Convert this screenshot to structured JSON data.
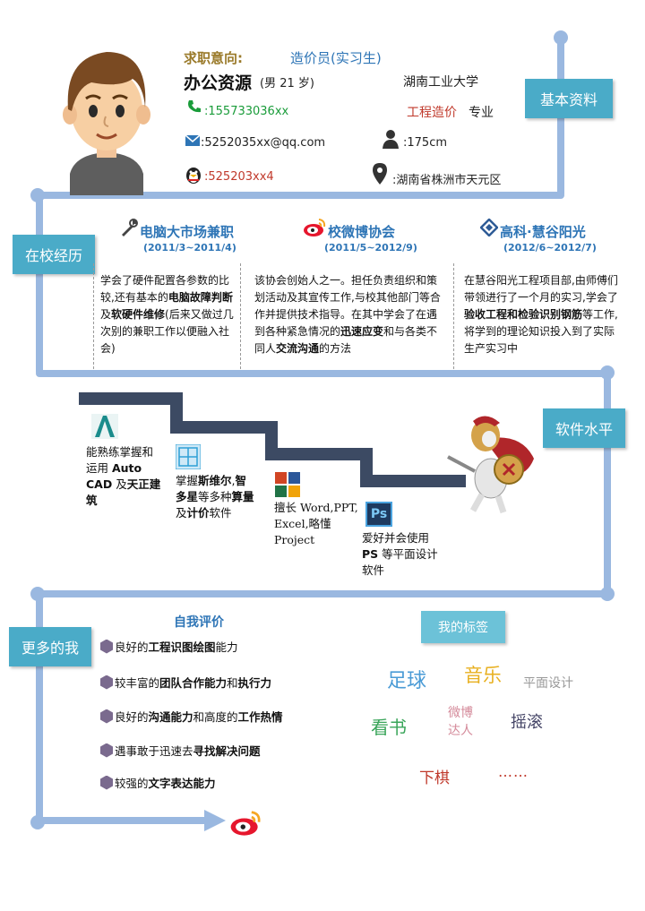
{
  "header": {
    "intent_label": "求职意向:",
    "intent_value": "造价员(实习生)",
    "name": "办公资源",
    "gender_age": "(男 21 岁)",
    "school": "湖南工业大学",
    "phone": ":155733036xx",
    "major_name": "工程造价",
    "major_suffix": "专业",
    "email": ":5252035xx@qq.com",
    "height": ":175cm",
    "qq": ":525203xx4",
    "address": ":湖南省株洲市天元区"
  },
  "sections": {
    "basic": "基本资料",
    "campus": "在校经历",
    "software": "软件水平",
    "more": "更多的我"
  },
  "experience": [
    {
      "title": "电脑大市场兼职",
      "date": "(2011/3~2011/4)",
      "icon": "wrench-icon",
      "text": [
        {
          "t": "学会了硬件配置各参数的比较,还有基本的",
          "b": false
        },
        {
          "t": "电脑故障判断",
          "b": true
        },
        {
          "t": "及",
          "b": false
        },
        {
          "t": "软硬件维修",
          "b": true
        },
        {
          "t": "(后来又做过几次别的兼职工作以便融入社会)",
          "b": false
        }
      ]
    },
    {
      "title": "校微博协会",
      "date": "(2011/5~2012/9)",
      "icon": "weibo-icon",
      "text": [
        {
          "t": "该协会创始人之一。担任负责组织和策划活动及其宣传工作,与校其他部门等合作并提供技术指导。在其中学会了在遇到各种紧急情况的",
          "b": false
        },
        {
          "t": "迅速应变",
          "b": true
        },
        {
          "t": "和与各类不同人",
          "b": false
        },
        {
          "t": "交流沟通",
          "b": true
        },
        {
          "t": "的方法",
          "b": false
        }
      ]
    },
    {
      "title": "高科·慧谷阳光",
      "date": "(2012/6~2012/7)",
      "icon": "company-logo-icon",
      "text": [
        {
          "t": "在慧谷阳光工程项目部,由师傅们带领进行了一个月的实习,学会了",
          "b": false
        },
        {
          "t": "验收工程和检验识别钢筋",
          "b": true
        },
        {
          "t": "等工作,将学到的理论知识投入到了实际生产实习中",
          "b": false
        }
      ]
    }
  ],
  "skills": [
    {
      "icon": "autocad-icon",
      "parts": [
        {
          "t": "能熟练掌握和运用 ",
          "b": false
        },
        {
          "t": "Auto CAD",
          "b": true
        },
        {
          "t": " 及",
          "b": false
        },
        {
          "t": "天正建筑",
          "b": true
        }
      ]
    },
    {
      "icon": "estimator-software-icon",
      "parts": [
        {
          "t": "掌握",
          "b": false
        },
        {
          "t": "斯维尔",
          "b": true
        },
        {
          "t": ",",
          "b": false
        },
        {
          "t": "智多星",
          "b": true
        },
        {
          "t": "等多种",
          "b": false
        },
        {
          "t": "算量",
          "b": true
        },
        {
          "t": "及",
          "b": false
        },
        {
          "t": "计价",
          "b": true
        },
        {
          "t": "软件",
          "b": false
        }
      ]
    },
    {
      "icon": "office-icon",
      "parts": [
        {
          "t": "擅长 Word,PPT, Excel,略懂 Project",
          "b": false
        }
      ]
    },
    {
      "icon": "photoshop-icon",
      "icon_text": "Ps",
      "parts": [
        {
          "t": "爱好并会使用 ",
          "b": false
        },
        {
          "t": "PS",
          "b": true
        },
        {
          "t": " 等平面设计软件",
          "b": false
        }
      ]
    }
  ],
  "self_eval": {
    "title": "自我评价",
    "items": [
      [
        {
          "t": "良好的",
          "b": false
        },
        {
          "t": "工程识图绘图",
          "b": true
        },
        {
          "t": "能力",
          "b": false
        }
      ],
      [
        {
          "t": "较丰富的",
          "b": false
        },
        {
          "t": "团队合作能力",
          "b": true
        },
        {
          "t": "和",
          "b": false
        },
        {
          "t": "执行力",
          "b": true
        }
      ],
      [
        {
          "t": "良好的",
          "b": false
        },
        {
          "t": "沟通能力",
          "b": true
        },
        {
          "t": "和高度的",
          "b": false
        },
        {
          "t": "工作热情",
          "b": true
        }
      ],
      [
        {
          "t": "遇事敢于迅速去",
          "b": false
        },
        {
          "t": "寻找解决问题",
          "b": true
        }
      ],
      [
        {
          "t": "较强的",
          "b": false
        },
        {
          "t": "文字表达能力",
          "b": true
        }
      ]
    ]
  },
  "tags": {
    "title": "我的标签",
    "words": [
      {
        "t": "足球",
        "color": "#4a9bd6"
      },
      {
        "t": "音乐",
        "color": "#e8b020"
      },
      {
        "t": "平面设计",
        "color": "#999999"
      },
      {
        "t": "看书",
        "color": "#3aa55a"
      },
      {
        "t": "微博\n达人",
        "color": "#d48a9a"
      },
      {
        "t": "摇滚",
        "color": "#444466"
      },
      {
        "t": "下棋",
        "color": "#c0392b"
      },
      {
        "t": "……",
        "color": "#c0392b"
      }
    ]
  },
  "colors": {
    "pipe": "#9ab8e0",
    "tag": "#4aabc8",
    "accent": "#2e75b6",
    "red": "#c0392b",
    "green": "#1a9c3a",
    "gold": "#9a7a2a"
  }
}
